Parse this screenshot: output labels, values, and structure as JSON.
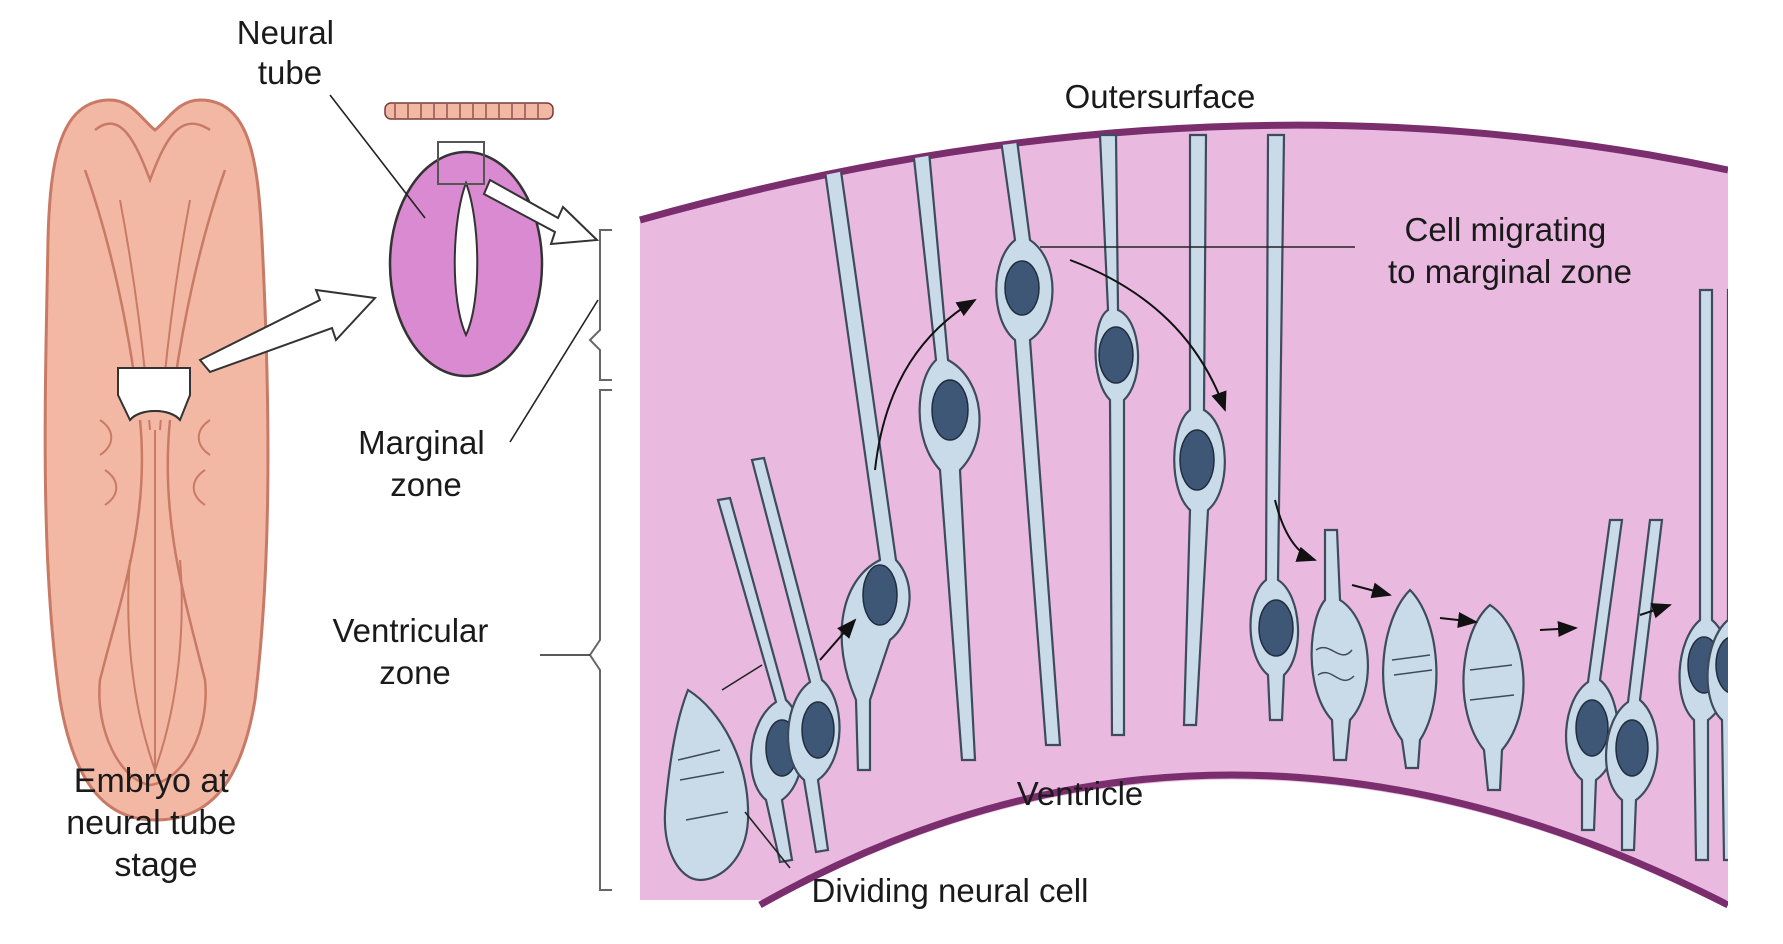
{
  "labels": {
    "neural_tube": [
      "Neural",
      "tube"
    ],
    "marginal_zone": [
      "Marginal",
      "zone"
    ],
    "ventricular_zone": [
      "Ventricular",
      "zone"
    ],
    "embryo": [
      "Embryo at",
      "neural tube",
      "stage"
    ],
    "outer_surface": "Outersurface",
    "cell_migrating": [
      "Cell migrating",
      "to marginal zone"
    ],
    "ventricle": "Ventricle",
    "dividing_cell": "Dividing neural cell"
  },
  "colors": {
    "tissue": "#e9b9e0",
    "surface_line": "#7a2e6e",
    "tube_fill": "#d98ad0",
    "embryo": "#f2b8a4",
    "embryo_outline": "#c87a66",
    "cell": "#c9dbe9",
    "nucleus": "#3f5777"
  }
}
